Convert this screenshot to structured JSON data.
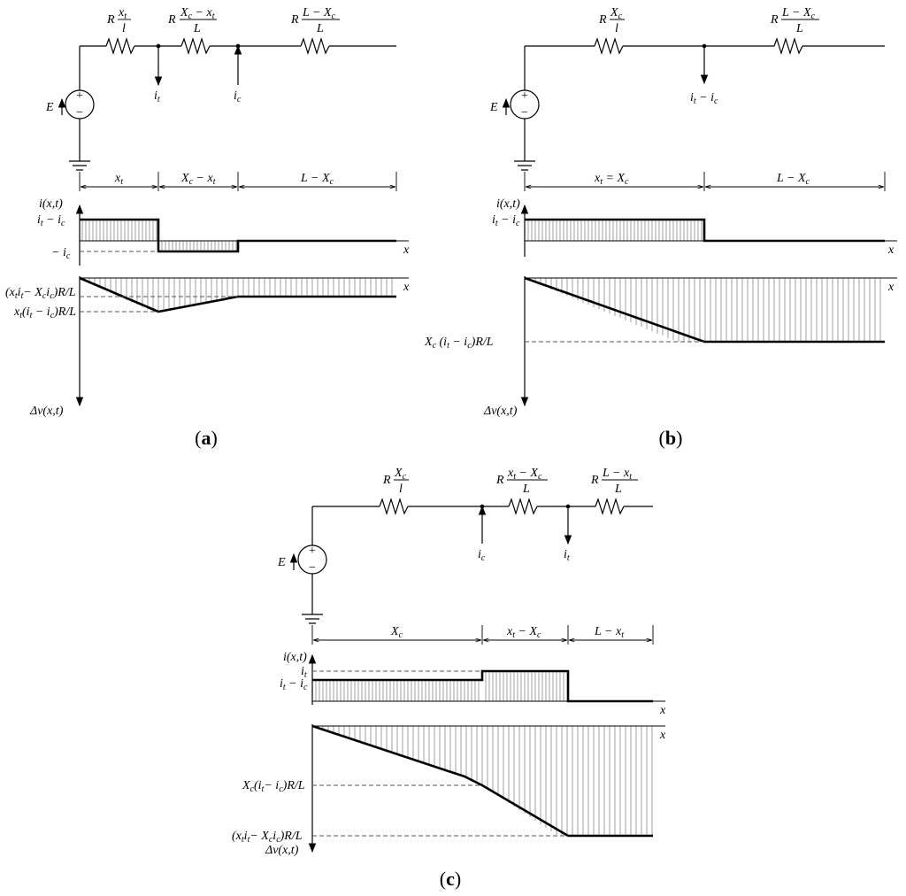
{
  "panels": {
    "a": {
      "caption_open": "(",
      "caption_letter": "a",
      "caption_close": ")",
      "source": {
        "E": "E",
        "plus": "+",
        "minus": "−"
      },
      "resistors": [
        {
          "R": "R",
          "num": "x",
          "num_sub": "t",
          "den": "l"
        },
        {
          "R": "R",
          "num": "X",
          "num_sub": "c",
          "num_rest": " − x",
          "num_rest_sub": "t",
          "den": "L"
        },
        {
          "R": "R",
          "num": "L − X",
          "num_sub": "c",
          "den": "L"
        }
      ],
      "currents": [
        {
          "main": "i",
          "sub": "t"
        },
        {
          "main": "i",
          "sub": "c"
        }
      ],
      "segments": [
        {
          "main": "x",
          "sub": "t"
        },
        {
          "main": "X",
          "sub": "c",
          "rest": " − x",
          "rest_sub": "t"
        },
        {
          "main": "L − X",
          "sub": "c"
        }
      ],
      "current_plot": {
        "ylabel": "i(x,t)",
        "xlabel": "x",
        "levels": [
          {
            "p1": "i",
            "p1s": "t",
            "p2": " − i",
            "p2s": "c"
          },
          {
            "p1": "− i",
            "p1s": "c"
          }
        ]
      },
      "voltage_plot": {
        "ylabel": "Δv(x,t)",
        "xlabel": "x",
        "levels": [
          {
            "text": "(x",
            "s1": "t",
            "t2": "i",
            "s2": "t",
            "t3": "− X",
            "s3": "c",
            "t4": "i",
            "s4": "c",
            "t5": ")R/L"
          },
          {
            "text": "x",
            "s1": "t",
            "t2": "(i",
            "s2": "t",
            "t3": " − i",
            "s3": "c",
            "t4": ")R/L"
          }
        ]
      }
    },
    "b": {
      "caption_open": "(",
      "caption_letter": "b",
      "caption_close": ")",
      "source": {
        "E": "E",
        "plus": "+",
        "minus": "−"
      },
      "resistors": [
        {
          "R": "R",
          "num": "X",
          "num_sub": "c",
          "den": "l"
        },
        {
          "R": "R",
          "num": "L − X",
          "num_sub": "c",
          "den": "L"
        }
      ],
      "currents": [
        {
          "main": "i",
          "sub": "t",
          "rest": " − i",
          "rest_sub": "c"
        }
      ],
      "segments": [
        {
          "main": "x",
          "sub": "t",
          "rest": " = X",
          "rest_sub": "c"
        },
        {
          "main": "L − X",
          "sub": "c"
        }
      ],
      "current_plot": {
        "ylabel": "i(x,t)",
        "xlabel": "x",
        "levels": [
          {
            "p1": "i",
            "p1s": "t",
            "p2": " − i",
            "p2s": "c"
          }
        ]
      },
      "voltage_plot": {
        "ylabel": "Δv(x,t)",
        "xlabel": "x",
        "levels": [
          {
            "text": "X",
            "s1": "c",
            "t2": " (i",
            "s2": "t",
            "t3": " − i",
            "s3": "c",
            "t4": ")R/L"
          }
        ]
      }
    },
    "c": {
      "caption_open": "(",
      "caption_letter": "c",
      "caption_close": ")",
      "source": {
        "E": "E",
        "plus": "+",
        "minus": "−"
      },
      "resistors": [
        {
          "R": "R",
          "num": "X",
          "num_sub": "c",
          "den": "l"
        },
        {
          "R": "R",
          "num": "x",
          "num_sub": "t",
          "num_rest": " − X",
          "num_rest_sub": "c",
          "den": "L"
        },
        {
          "R": "R",
          "num": "L − x",
          "num_sub": "t",
          "den": "L"
        }
      ],
      "currents": [
        {
          "main": "i",
          "sub": "c"
        },
        {
          "main": "i",
          "sub": "t"
        }
      ],
      "segments": [
        {
          "main": "X",
          "sub": "c"
        },
        {
          "main": "x",
          "sub": "t",
          "rest": " − X",
          "rest_sub": "c"
        },
        {
          "main": "L − x",
          "sub": "t"
        }
      ],
      "current_plot": {
        "ylabel": "i(x,t)",
        "xlabel": "x",
        "levels": [
          {
            "p1": "i",
            "p1s": "t"
          },
          {
            "p1": "i",
            "p1s": "t",
            "p2": " − i",
            "p2s": "c"
          }
        ]
      },
      "voltage_plot": {
        "ylabel": "Δv(x,t)",
        "xlabel": "x",
        "levels": [
          {
            "text": "X",
            "s1": "c",
            "t2": "(i",
            "s2": "t",
            "t3": "− i",
            "s3": "c",
            "t4": ")R/L"
          },
          {
            "text": "(x",
            "s1": "t",
            "t2": "i",
            "s2": "t",
            "t3": "− X",
            "s3": "c",
            "t4": "i",
            "s4": "c",
            "t5": ")R/L"
          }
        ]
      }
    }
  }
}
